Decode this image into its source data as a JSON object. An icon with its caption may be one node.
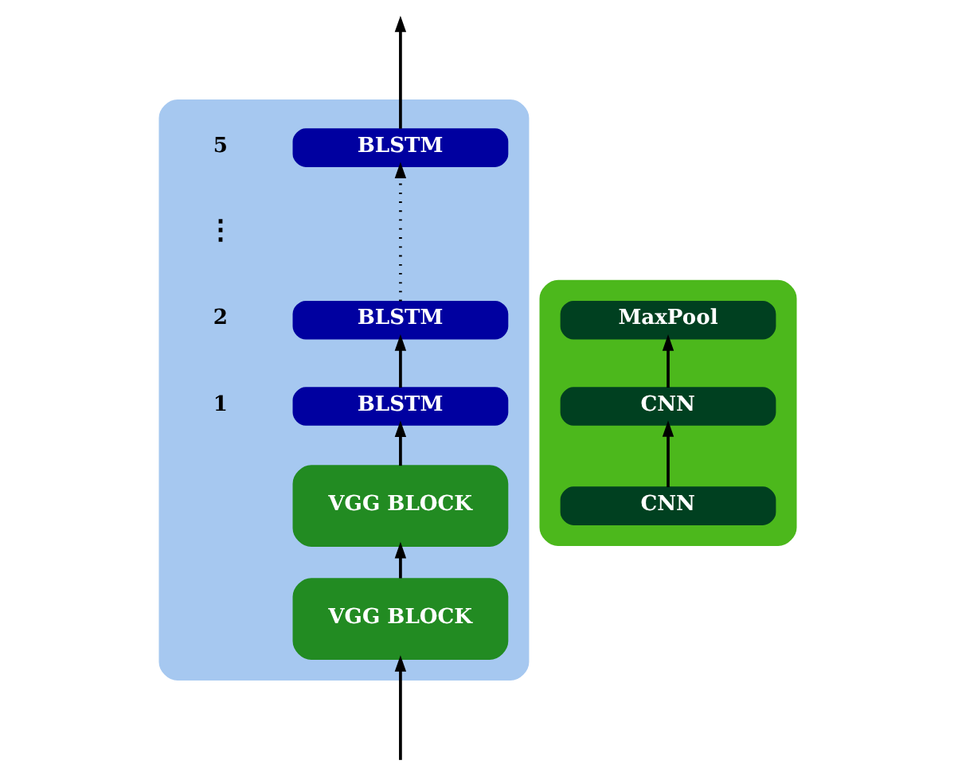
{
  "diagram": {
    "nodes": [
      {
        "text": [],
        "shape": "box"
      },
      {
        "text": [
          "BLSTM"
        ],
        "in": 0,
        "beside": [
          "5"
        ]
      },
      {
        "text": [
          "BLSTM"
        ],
        "in": 0,
        "beside": [
          "2"
        ]
      },
      {
        "text": [
          "BLSTM"
        ],
        "in": 0,
        "beside": [
          "1"
        ]
      },
      {
        "text": [
          "VGG BLOCK"
        ],
        "in": 0
      },
      {
        "text": [
          "VGG BLOCK"
        ],
        "in": 0
      },
      {
        "text": [],
        "shape": "box"
      },
      {
        "text": [
          "MaxPool"
        ],
        "in": 6
      },
      {
        "text": [
          "CNN"
        ],
        "in": 6
      },
      {
        "text": [
          "CNN"
        ],
        "in": 6
      }
    ],
    "edges": [
      {
        "from": null,
        "to": 5,
        "arrow": "to"
      },
      {
        "from": 5,
        "to": 4,
        "arrow": "to"
      },
      {
        "from": 4,
        "to": 3,
        "arrow": "to"
      },
      {
        "from": 3,
        "to": 2,
        "arrow": "to"
      },
      {
        "from": 2,
        "to": 1,
        "arrow": "to",
        "style": "dashed"
      },
      {
        "from": 1,
        "to": null,
        "arrow": "to"
      },
      {
        "from": 9,
        "to": 8,
        "arrow": "to"
      },
      {
        "from": 8,
        "to": 7,
        "arrow": "to"
      }
    ],
    "labels": [
      "⋮"
    ]
  }
}
